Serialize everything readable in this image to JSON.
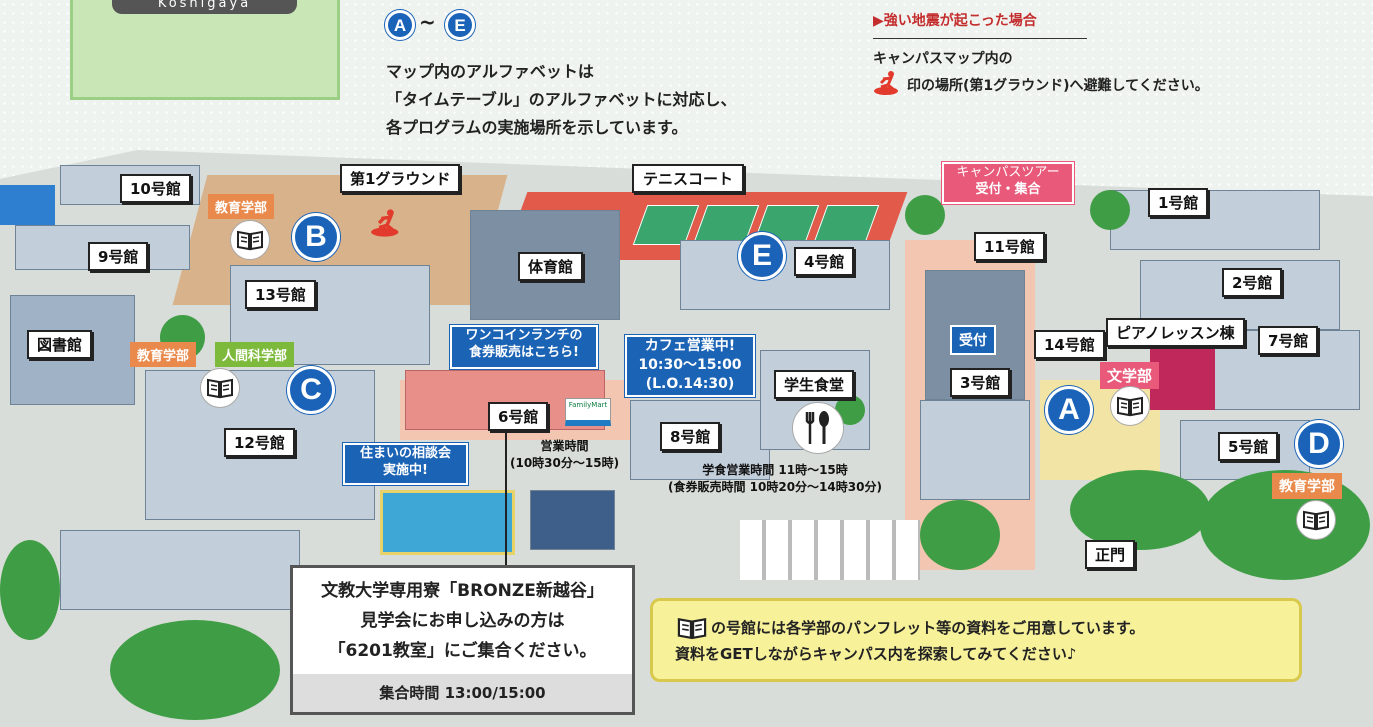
{
  "header": {
    "flag_text": "Koshigaya",
    "range_from": "A",
    "range_sep": "~",
    "range_to": "E",
    "intro_lines": [
      "マップ内のアルファベットは",
      "「タイムテーブル」のアルファベットに対応し、",
      "各プログラムの実施場所を示しています。"
    ],
    "quake_title": "▶強い地震が起こった場合",
    "quake_line1": "キャンパスマップ内の",
    "quake_line2": "印の場所(第1グラウンド)へ避難してください。"
  },
  "buildings": {
    "b10": "10号館",
    "b9": "9号館",
    "b13": "13号館",
    "library": "図書館",
    "b12": "12号館",
    "ground1": "第1グラウンド",
    "gym": "体育館",
    "tennis": "テニスコート",
    "b4": "4号館",
    "b6": "6号館",
    "b8": "8号館",
    "cafeteria": "学生食堂",
    "b11": "11号館",
    "b1": "1号館",
    "b2": "2号館",
    "b14": "14号館",
    "piano": "ピアノレッスン棟",
    "b7": "7号館",
    "b3": "3号館",
    "b5": "5号館",
    "reception": "受付",
    "main_gate": "正門"
  },
  "tags": {
    "edu_b": "教育学部",
    "edu_c": "教育学部",
    "human_c": "人間科学部",
    "lit_a": "文学部",
    "edu_d": "教育学部"
  },
  "markers": {
    "A": "A",
    "B": "B",
    "C": "C",
    "D": "D",
    "E": "E"
  },
  "bubbles": {
    "tour_line1": "キャンパスツアー",
    "tour_line2": "受付・集合",
    "lunch_line1": "ワンコインランチの",
    "lunch_line2": "食券販売はこちら!",
    "cafe_line1": "カフェ営業中!",
    "cafe_line2": "10:30〜15:00",
    "cafe_line3": "(L.O.14:30)",
    "housing_line1": "住まいの相談会",
    "housing_line2": "実施中!"
  },
  "notes": {
    "b6_hours_line1": "営業時間",
    "b6_hours_line2": "(10時30分〜15時)",
    "cafeteria_line1": "学食営業時間 11時〜15時",
    "cafeteria_line2": "(食券販売時間 10時20分〜14時30分)",
    "familymart": "FamilyMart"
  },
  "dorm": {
    "line1": "文教大学専用寮「BRONZE新越谷」",
    "line2": "見学会にお申し込みの方は",
    "line3": "「6201教室」にご集合ください。",
    "footer": "集合時間 13:00/15:00"
  },
  "info": {
    "line1": "の号館には各学部のパンフレット等の資料をご用意しています。",
    "line2": "資料をGETしながらキャンパス内を探索してみてください♪"
  },
  "colors": {
    "marker_blue": "#1b63b5",
    "faculty_orange": "#e98a4c",
    "faculty_green": "#7dba3c",
    "faculty_pink": "#e8597a",
    "evac_red": "#e23a2c"
  }
}
